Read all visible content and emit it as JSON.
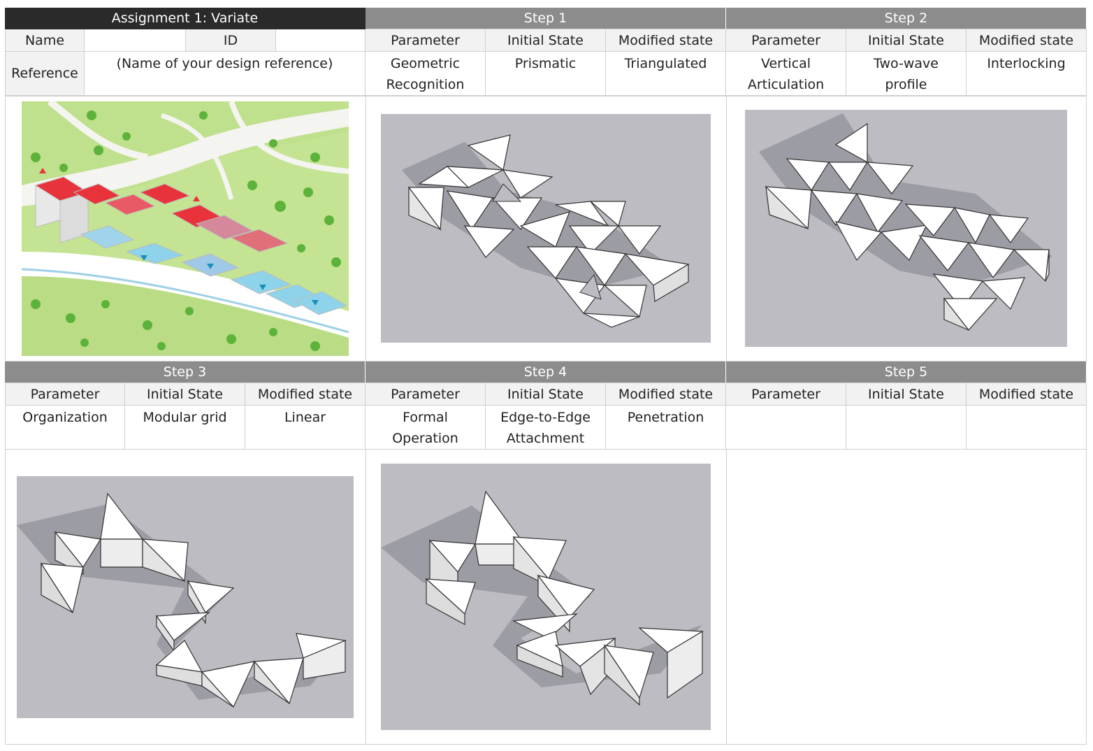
{
  "assignment": {
    "title": "Assignment 1: Variate",
    "name_label": "Name",
    "id_label": "ID",
    "reference_label": "Reference",
    "reference_value": "(Name of your design reference)"
  },
  "column_labels": {
    "parameter": "Parameter",
    "initial": "Initial State",
    "modified": "Modified state"
  },
  "steps": [
    {
      "title": "Step 1",
      "parameter": "Geometric\nRecognition",
      "initial": "Prismatic",
      "modified": "Triangulated"
    },
    {
      "title": "Step 2",
      "parameter": "Vertical\nArticulation",
      "initial": "Two-wave\nprofile",
      "modified": "Interlocking"
    },
    {
      "title": "Step 3",
      "parameter": "Organization",
      "initial": "Modular grid",
      "modified": "Linear"
    },
    {
      "title": "Step 4",
      "parameter": "Formal\nOperation",
      "initial": "Edge-to-Edge\nAttachment",
      "modified": "Penetration"
    },
    {
      "title": "Step 5",
      "parameter": "",
      "initial": "",
      "modified": ""
    }
  ],
  "colors": {
    "dark_header": "#2a2a2a",
    "step_header": "#8c8c8c",
    "render_background": "#bcbcc2",
    "site_green": "#b9dc84",
    "roof_red": "#e8333c",
    "roof_blue": "#8fd3ea"
  }
}
